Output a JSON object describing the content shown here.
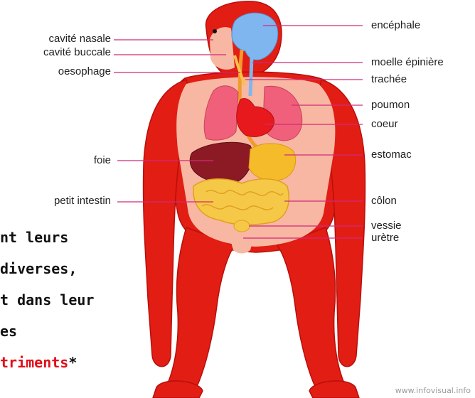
{
  "labels_left": [
    "cavité nasale",
    "cavité buccale",
    "oesophage",
    "foie",
    "petit intestin"
  ],
  "labels_right": [
    "encéphale",
    "moelle épinière",
    "trachée",
    "poumon",
    "coeur",
    "estomac",
    "côlon",
    "vessie",
    "urètre"
  ],
  "slide_text": {
    "line1": "nt leurs",
    "line2": "diverses,",
    "line3": "t dans leur",
    "line4": "es",
    "line5_red": "triments",
    "line5_suffix": "*"
  },
  "watermark": "www.infovisual.info",
  "colors": {
    "body_red": "#e21d14",
    "body_dark": "#b80f0b",
    "torso_skin": "#f8b7a2",
    "brain_blue": "#7fb6ef",
    "lung_pink": "#f0607a",
    "heart_red": "#e8191c",
    "liver_maroon": "#8c1a25",
    "stomach_yellow": "#f5bb2b",
    "intestine_yellow": "#f6c847",
    "leader_line": "#d12a7a",
    "accent_red_text": "#e0101a"
  }
}
